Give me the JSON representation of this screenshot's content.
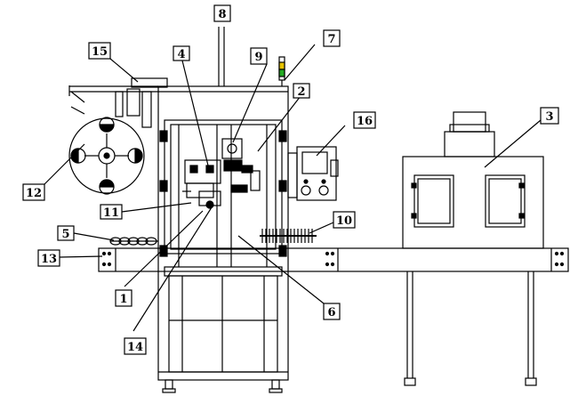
{
  "diagram": {
    "labels": {
      "l1": "1",
      "l2": "2",
      "l3": "3",
      "l4": "4",
      "l5": "5",
      "l6": "6",
      "l7": "7",
      "l8": "8",
      "l9": "9",
      "l10": "10",
      "l11": "11",
      "l12": "12",
      "l13": "13",
      "l14": "14",
      "l15": "15",
      "l16": "16"
    },
    "colors": {
      "line": "#000000",
      "signal_green": "#22aa22",
      "signal_yellow": "#e6c200"
    }
  }
}
